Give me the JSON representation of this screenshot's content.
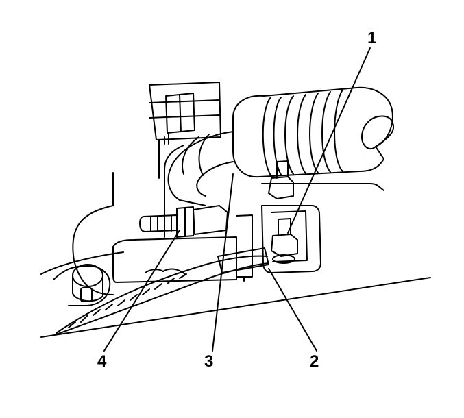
{
  "callouts": {
    "one": "1",
    "two": "2",
    "three": "3",
    "four": "4"
  },
  "colors": {
    "ink": "#000000",
    "paper": "#ffffff"
  },
  "icons": [
    "nut-icon",
    "hose-icon",
    "bracket-icon",
    "harness-icon"
  ]
}
